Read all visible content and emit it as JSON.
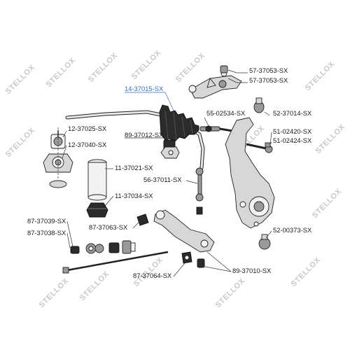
{
  "watermark": "STELLOX",
  "callouts": [
    {
      "id": "14-37015-SX",
      "highlight": true
    },
    {
      "id": "57-37053-SX"
    },
    {
      "id": "57-37053-SX"
    },
    {
      "id": "52-37014-SX"
    },
    {
      "id": "55-02534-SX"
    },
    {
      "id": "12-37025-SX"
    },
    {
      "id": "89-37012-SX"
    },
    {
      "id": "51-02420-SX"
    },
    {
      "id": "51-02424-SX"
    },
    {
      "id": "12-37040-SX"
    },
    {
      "id": "11-37021-SX"
    },
    {
      "id": "56-37011-SX"
    },
    {
      "id": "11-37034-SX"
    },
    {
      "id": "87-37039-SX"
    },
    {
      "id": "87-37063-SX"
    },
    {
      "id": "52-00373-SX"
    },
    {
      "id": "87-37038-SX"
    },
    {
      "id": "89-37010-SX"
    },
    {
      "id": "87-37064-SX"
    }
  ]
}
